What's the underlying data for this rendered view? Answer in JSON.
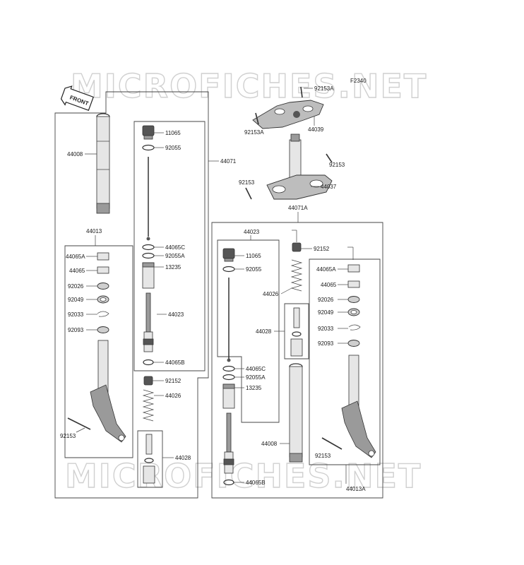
{
  "watermark": "MICROFICHES.NET",
  "figure_code": "F2340",
  "front_label": "FRONT",
  "labels": {
    "44008_left": "44008",
    "11065_left": "11065",
    "92055_left": "92055",
    "44071": "44071",
    "44013": "44013",
    "44065C_left": "44065C",
    "92055A_left": "92055A",
    "13235_left": "13235",
    "44065A_left": "44065A",
    "44065_left": "44065",
    "92026_left": "92026",
    "92049_left": "92049",
    "92033_left": "92033",
    "92093_left": "92093",
    "44023_left": "44023",
    "44065B_left": "44065B",
    "92152_left": "92152",
    "44026_left": "44026",
    "92153_left_low": "92153",
    "44028_left": "44028",
    "92153A_top": "92153A",
    "92153A_mid": "92153A",
    "44039": "44039",
    "92153_right_top": "92153",
    "92153_stem": "92153",
    "44037": "44037",
    "44071A": "44071A",
    "44023_right": "44023",
    "92152_right": "92152",
    "11065_right": "11065",
    "92055_right": "92055",
    "44065A_right": "44065A",
    "44026_right": "44026",
    "44065_right": "44065",
    "92026_right": "92026",
    "92049_right": "92049",
    "44028_right": "44028",
    "92033_right": "92033",
    "92093_right": "92093",
    "44065C_right": "44065C",
    "92055A_right": "92055A",
    "13235_right": "13235",
    "44008_right": "44008",
    "92153_right_low": "92153",
    "44065B_right": "44065B",
    "44013A": "44013A"
  }
}
